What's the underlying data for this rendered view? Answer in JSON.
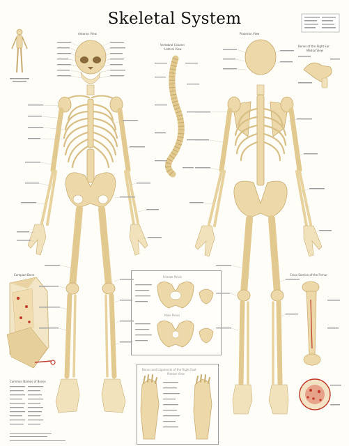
{
  "title": "Skeletal System",
  "colors": {
    "bone": "#ecd8a8",
    "bone_outline": "#c8ab6e",
    "marrow_red": "#c0392b",
    "background": "#fffdf8",
    "label_text": "#9d9d9d"
  },
  "panels": {
    "anterior_view": "Anterior View",
    "posterior_view": "Posterior View",
    "vertebral_column": "Vertebral Column",
    "vertebral_column_sub": "Lateral View",
    "bones_right_ear": "Bones of the Right Ear",
    "bones_right_ear_sub": "Medial View",
    "compact_bone": "Compact Bone",
    "cross_section_femur": "Cross Section of the Femur",
    "female_pelvis": "Female Pelvis",
    "male_pelvis": "Male Pelvis",
    "right_foot": "Bones and Ligaments of the Right Foot",
    "right_foot_sub": "Plantar View",
    "common_names": "Common Names of Bones"
  }
}
